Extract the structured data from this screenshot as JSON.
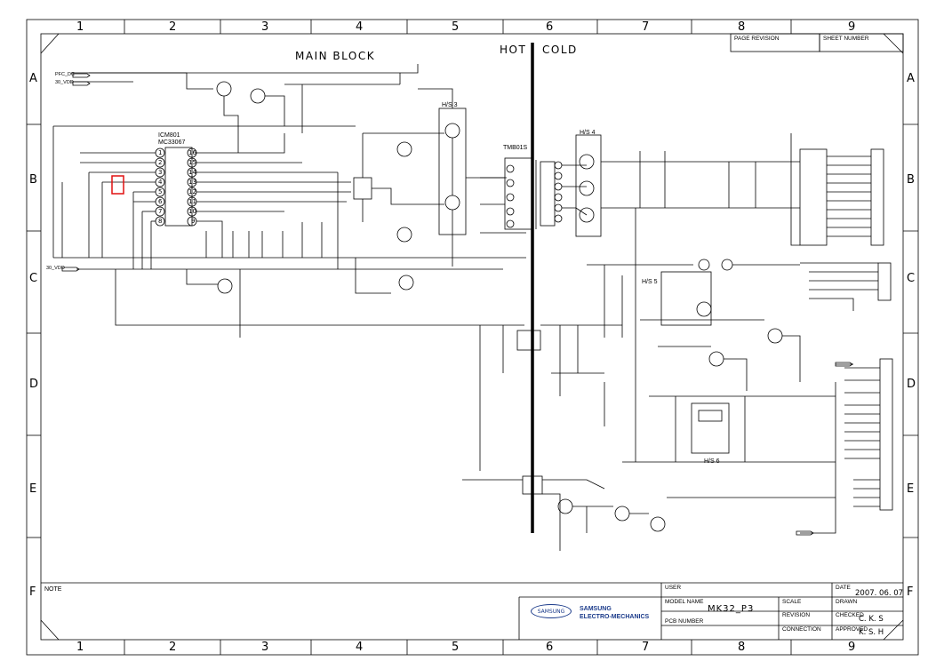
{
  "grid": {
    "columns": [
      "1",
      "2",
      "3",
      "4",
      "5",
      "6",
      "7",
      "8",
      "9"
    ],
    "rows": [
      "A",
      "B",
      "C",
      "D",
      "E",
      "F"
    ]
  },
  "headings": {
    "main_block": "MAIN BLOCK",
    "hot": "HOT",
    "cold": "COLD",
    "transformer": "TMB01S"
  },
  "ic": {
    "ref": "ICM801",
    "part": "MC33067",
    "left_pins": [
      "1",
      "2",
      "3",
      "4",
      "5",
      "6",
      "7",
      "8"
    ],
    "right_pins": [
      "16",
      "15",
      "14",
      "13",
      "12",
      "11",
      "10",
      "9"
    ]
  },
  "heatsinks": [
    "H/S 3",
    "H/S 4",
    "H/S 5",
    "H/S 6"
  ],
  "inputs": {
    "pfc_dc": "PFC_DC",
    "vcc_30": "30_VDD",
    "vcc_30_b": "30_VDD"
  },
  "title_block": {
    "page_revision_label": "PAGE REVISION",
    "sheet_number_label": "SHEET NUMBER",
    "note_label": "NOTE",
    "user_label": "USER",
    "date_label": "DATE",
    "date_value": "2007. 06. 07",
    "model_name_label": "MODEL NAME",
    "model_name_value": "MK32_P3",
    "scale_label": "SCALE",
    "drawn_label": "DRAWN",
    "revision_label": "REVISION",
    "checked_label": "CHECKED",
    "checked_value": "C. K. S",
    "pcb_number_label": "PCB NUMBER",
    "connection_label": "CONNECTION",
    "approved_label": "APPROVED",
    "approved_value": "K. S. H",
    "company_line1": "SAMSUNG",
    "company_line2": "ELECTRO-MECHANICS",
    "logo_text": "SAMSUNG"
  },
  "colors": {
    "line": "#000000",
    "highlight": "#e01010",
    "logo": "#1a3a8a"
  }
}
